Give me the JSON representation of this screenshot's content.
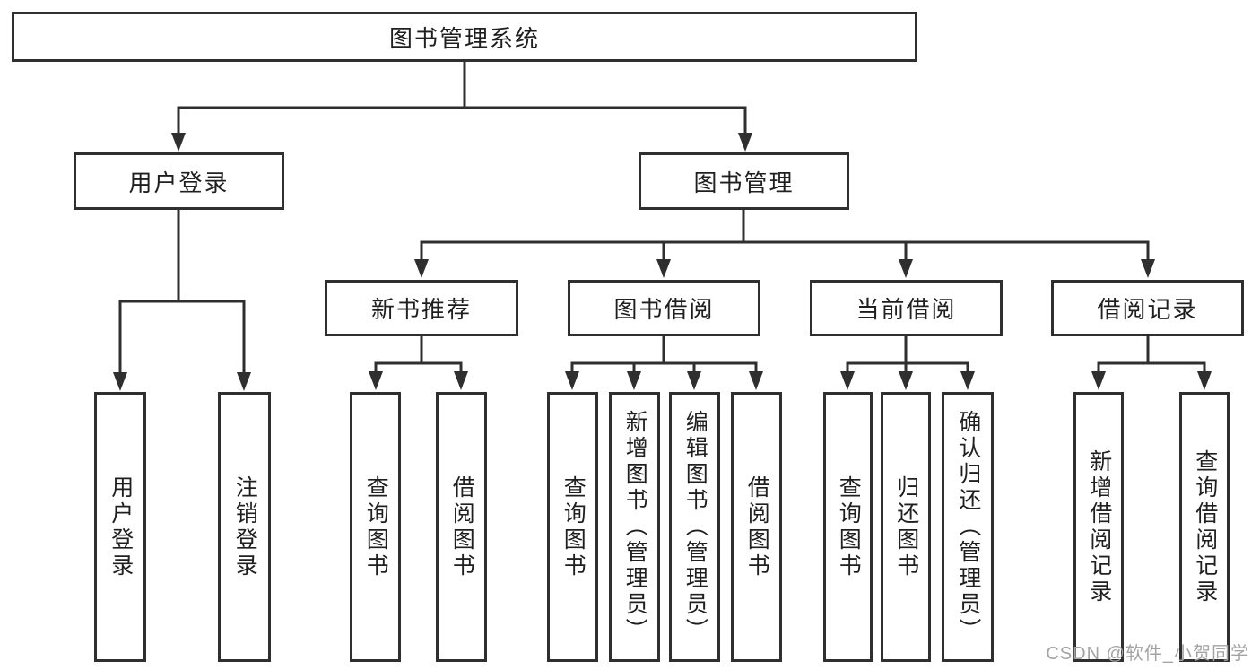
{
  "tree": {
    "root": {
      "label": "图书管理系统"
    },
    "branches": [
      {
        "label": "用户登录",
        "children": [
          {
            "label": "用户登录"
          },
          {
            "label": "注销登录"
          }
        ]
      },
      {
        "label": "图书管理",
        "children": [
          {
            "label": "新书推荐",
            "children": [
              {
                "label": "查询图书"
              },
              {
                "label": "借阅图书"
              }
            ]
          },
          {
            "label": "图书借阅",
            "children": [
              {
                "label": "查询图书"
              },
              {
                "label": "新增图书（管理员）"
              },
              {
                "label": "编辑图书（管理员）"
              },
              {
                "label": "借阅图书"
              }
            ]
          },
          {
            "label": "当前借阅",
            "children": [
              {
                "label": "查询图书"
              },
              {
                "label": "归还图书"
              },
              {
                "label": "确认归还（管理员）"
              }
            ]
          },
          {
            "label": "借阅记录",
            "children": [
              {
                "label": "新增借阅记录"
              },
              {
                "label": "查询借阅记录"
              }
            ]
          }
        ]
      }
    ]
  },
  "watermark": "CSDN @软件_小贺同学",
  "colors": {
    "line": "#2f2f2f",
    "text": "#1f1f1f",
    "watermark": "#a3a3a3",
    "background": "#ffffff"
  }
}
